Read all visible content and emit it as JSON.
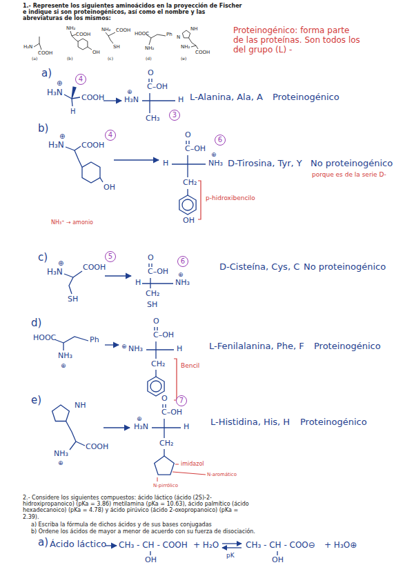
{
  "diagram": {
    "nodes": [
      {
        "text": [
          "4"
        ]
      },
      {
        "text": [
          "3"
        ]
      },
      {
        "text": [
          "4"
        ]
      },
      {
        "text": [
          "6"
        ]
      },
      {
        "text": [
          "5"
        ]
      },
      {
        "text": [
          "6"
        ]
      },
      {
        "text": [
          "7"
        ]
      }
    ],
    "labels": [
      "1.- Represente los siguientes aminoácidos en la proyección de Fischer e indique si son proteinogénicos, así como el nombre y las abreviaturas de los mismos:",
      "H₂N",
      "COOH",
      "(a)",
      "NH₂",
      "COOH",
      "OH",
      "(b)",
      "NH₂",
      "COOH",
      "SH",
      "(c)",
      "HOOC",
      "NH₂",
      "Ph",
      "(d)",
      "NH",
      "N",
      "NH₂",
      "COOH",
      "(e)",
      "Proteinogénico: forma parte de las proteínas. Son todos los del grupo (L) -",
      "a)",
      "H₃N",
      "⊕",
      "COOH",
      "H",
      "O",
      "C–OH",
      "H₃N",
      "⊕",
      "H",
      "CH₃",
      "L-Alanina, Ala, A",
      "Proteinogénico",
      "b)",
      "H₃N",
      "⊕",
      "COOH",
      "OH",
      "O",
      "C–OH",
      "H",
      "NH₃",
      "⊕",
      "CH₂",
      "OH",
      "p-hidroxibencilo",
      "D-Tirosina, Tyr, Y",
      "No proteinogénico",
      "porque es de la serie D-",
      "NH₃⁺ → amonio",
      "c)",
      "H₃N",
      "⊕",
      "COOH",
      "SH",
      "O",
      "C–OH",
      "H",
      "NH₃",
      "⊕",
      "CH₂",
      "SH",
      "D-Cisteína, Cys, C",
      "No proteinogénico",
      "d)",
      "HOOC",
      "NH₃",
      "⊕",
      "Ph",
      "O",
      "C–OH",
      "⊕",
      "NH₃",
      "H",
      "CH₂",
      "Bencil",
      "L-Fenilalanina, Phe, F",
      "Proteinogénico",
      "e)",
      "NH",
      "NH₃",
      "⊕",
      "COOH",
      "O",
      "C–OH",
      "H₃N",
      "⊕",
      "H",
      "CH₂",
      "L-Histidina, His, H",
      "Proteinogénico",
      "imidazol",
      "N-aromático",
      "N-pirrólico",
      "2.- Considere los siguientes compuestos: ácido láctico (ácido (2S)-2-hidroxipropanoico) (pKa = 3.86) metilamina (pKa = 10.63), ácido palmítico (ácido hexadecanoico) (pKa = 4.78) y ácido pirúvico (ácido 2-oxopropanoico) (pKa = 2.39).",
      "a) Escriba la fórmula de dichos ácidos y de sus bases conjugadas",
      "b) Ordene los ácidos de mayor a menor de acuerdo con su fuerza de disociación.",
      "a)",
      "Ácido láctico",
      "CH₃ - CH - COOH",
      "OH",
      "+ H₂O",
      "pK",
      "CH₃ - CH - COO⊖",
      "OH",
      "+ H₃O⊕"
    ]
  }
}
